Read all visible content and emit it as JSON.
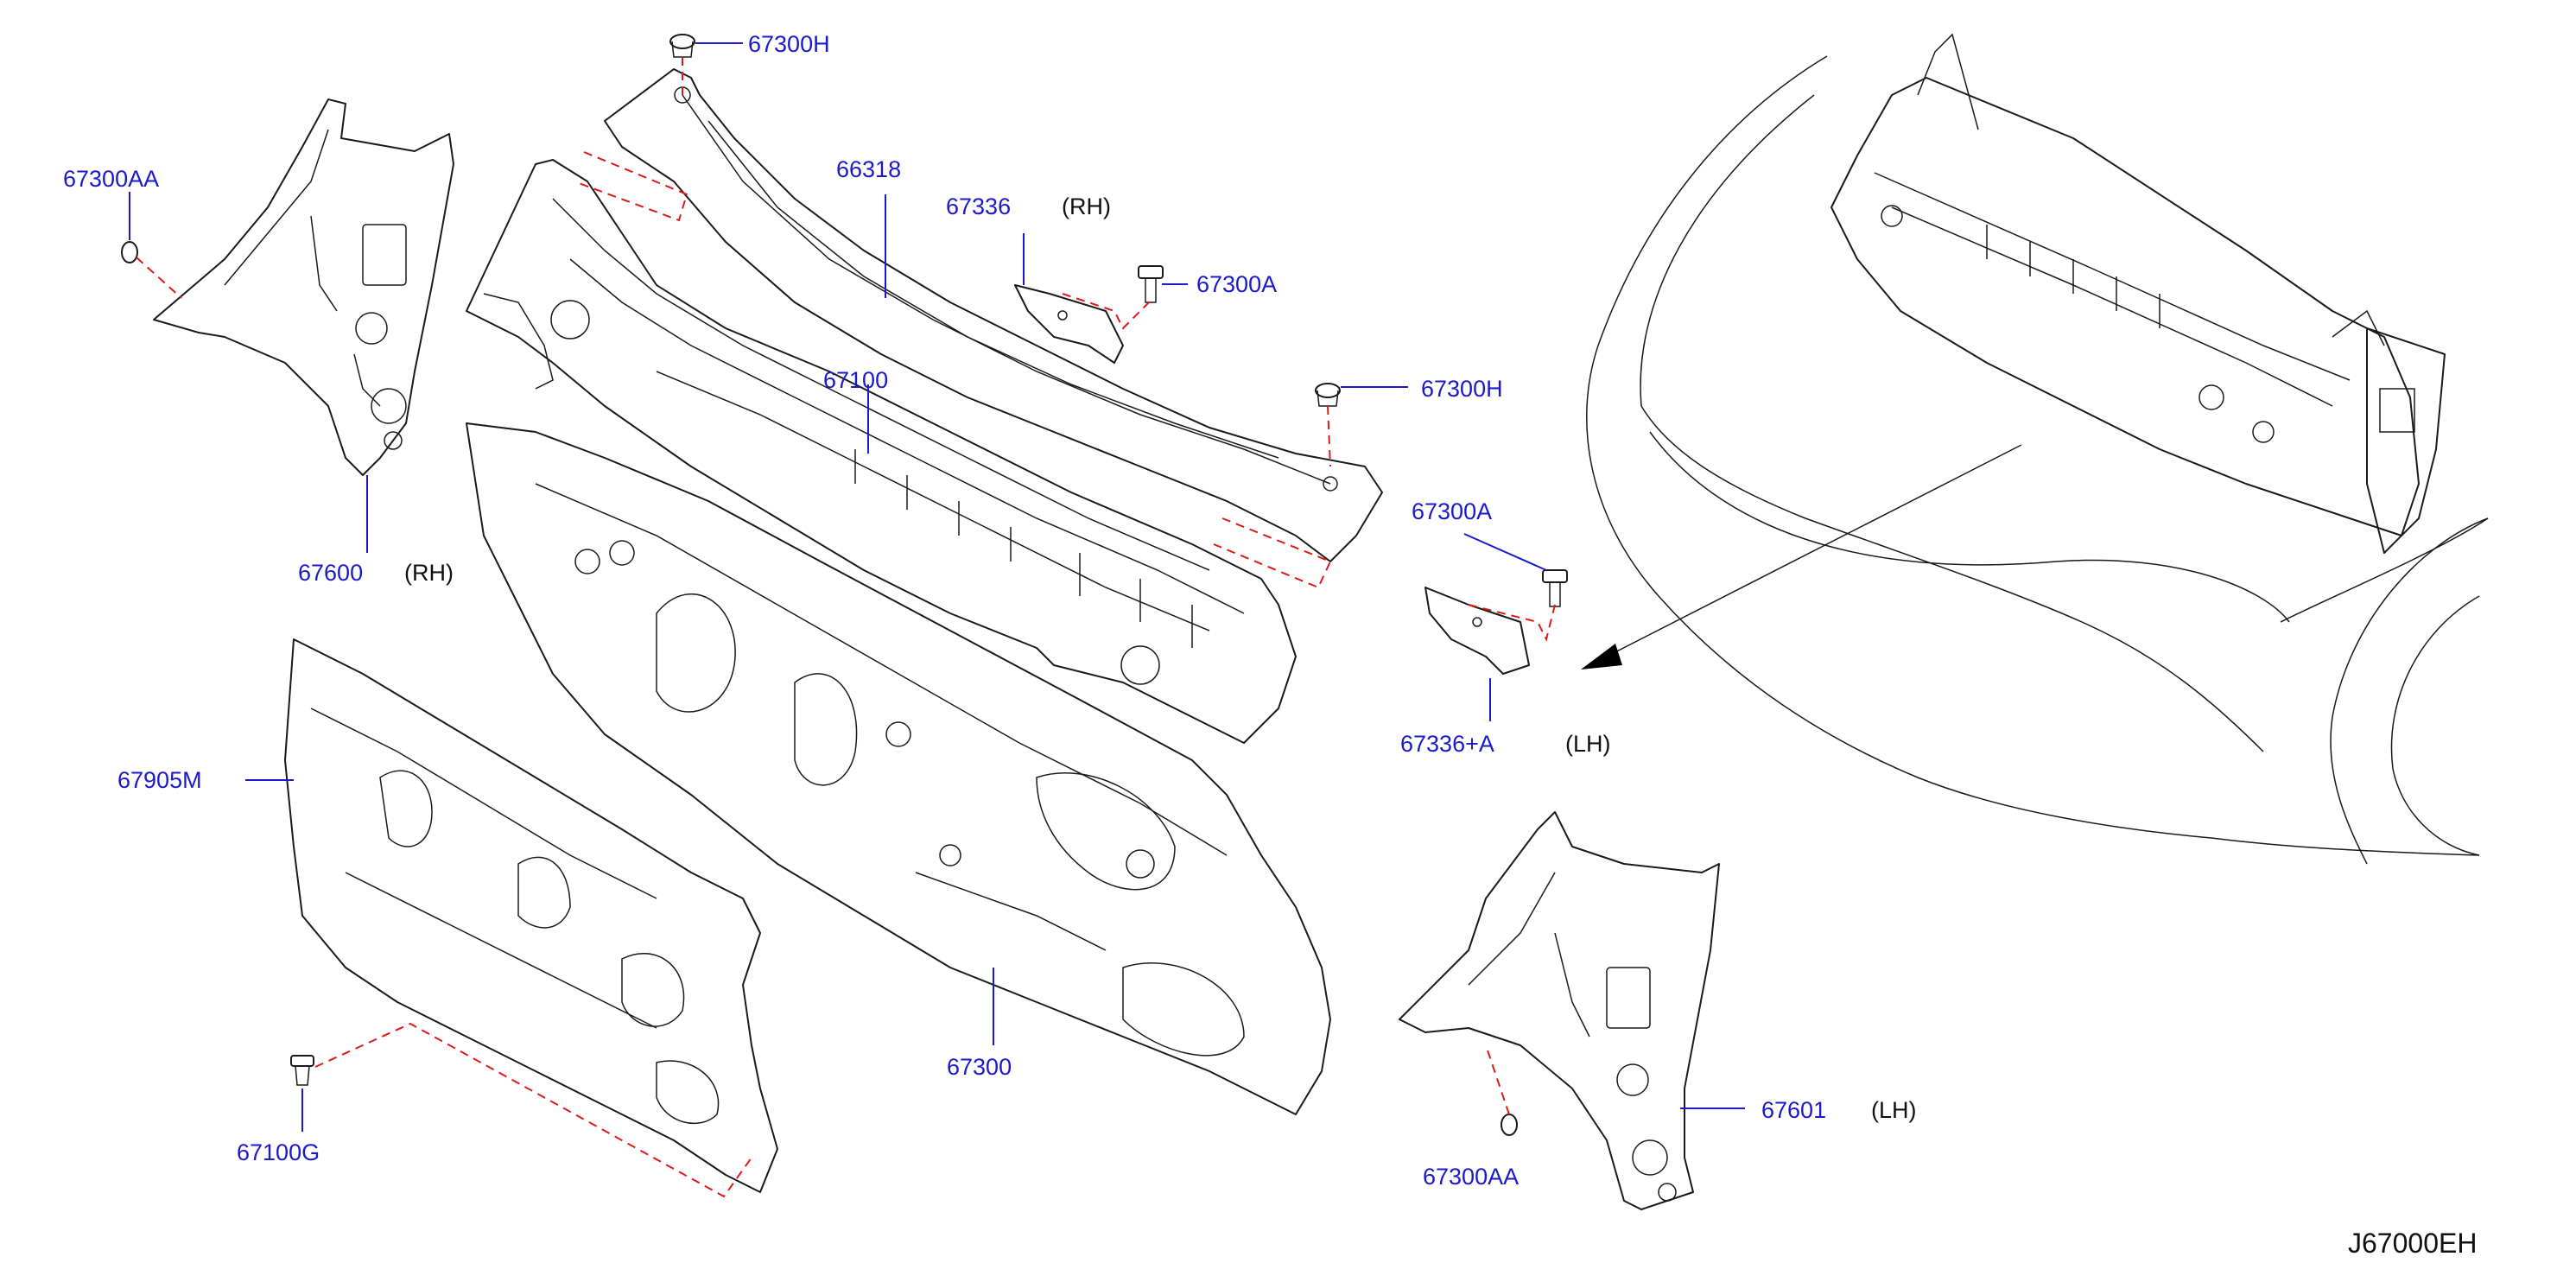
{
  "parts": {
    "p67300H_top": "67300H",
    "p67300AA_left": "67300AA",
    "p66318": "66318",
    "p67336": "67336",
    "p67336_side": "(RH)",
    "p67300A_upper": "67300A",
    "p67300H_right": "67300H",
    "p67100": "67100",
    "p67300A_lower": "67300A",
    "p67600": "67600",
    "p67600_side": "(RH)",
    "p67336A": "67336+A",
    "p67336A_side": "(LH)",
    "p67905M": "67905M",
    "p67300": "67300",
    "p67601": "67601",
    "p67601_side": "(LH)",
    "p67100G": "67100G",
    "p67300AA_bottom": "67300AA"
  },
  "diagram_code": "J67000EH",
  "colors": {
    "part_number": "#1a1acc",
    "leader_line": "#1a1acc",
    "fastener_dash": "#e01818",
    "outline": "#1a1a1a"
  }
}
